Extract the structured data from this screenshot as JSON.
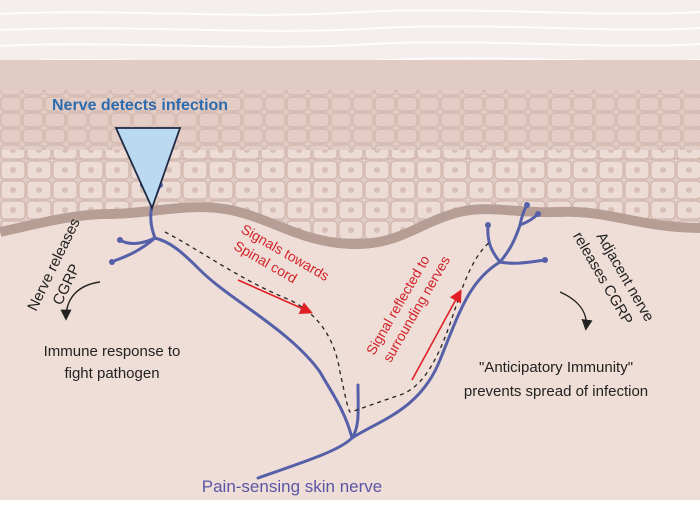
{
  "labels": {
    "detects": "Nerve detects infection",
    "releases_line1": "Nerve releases",
    "releases_line2": "CGRP",
    "immune_line1": "Immune response to",
    "immune_line2": "fight pathogen",
    "signals_line1": "Signals towards",
    "signals_line2": "Spinal cord",
    "reflected_line1": "Signal reflected to",
    "reflected_line2": "surrounding nerves",
    "adjacent_line1": "Adjacent nerve",
    "adjacent_line2": "releases CGRP",
    "anticipatory_line1": "\"Anticipatory Immunity\"",
    "anticipatory_line2": "prevents spread of infection",
    "nerve_name": "Pain-sensing skin nerve"
  },
  "colors": {
    "stratum_corneum": "#f4efec",
    "epidermis": "#e2cbc2",
    "cell_fill": "#ecdcd5",
    "cell_stroke": "#c9aea4",
    "basal_band": "#b79e95",
    "dermis": "#efded7",
    "nerve": "#5560a8",
    "signal_arrow": "#e01f25",
    "signal_text": "#d2232a",
    "title_blue": "#2b6cb0",
    "triangle_fill": "#bcd9f2",
    "text_dark": "#222222",
    "nerve_label": "#5a55a6"
  }
}
